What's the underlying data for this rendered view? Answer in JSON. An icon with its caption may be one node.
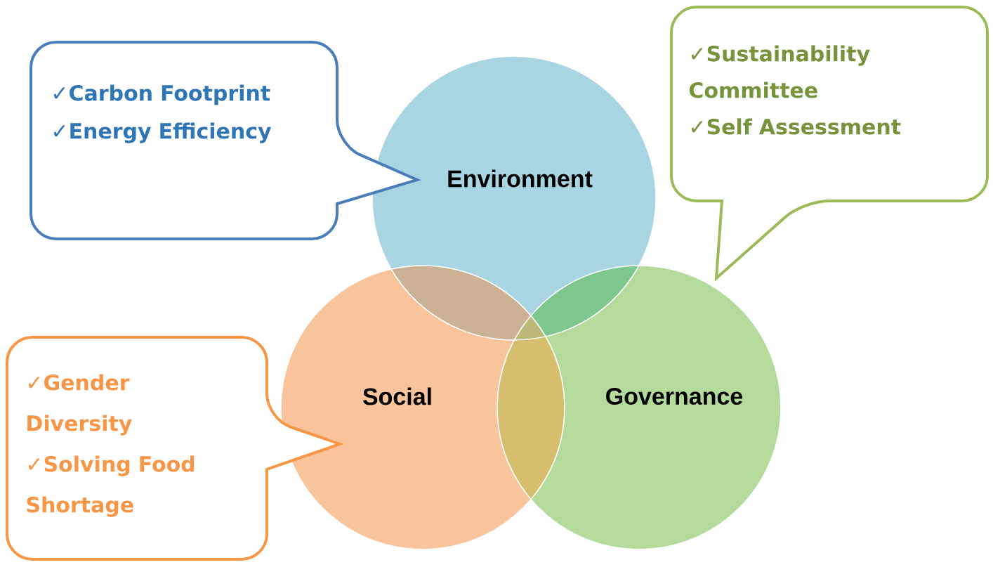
{
  "diagram": {
    "nodes": [
      {
        "text": [
          "Environment"
        ]
      },
      {
        "text": [
          "Social"
        ]
      },
      {
        "text": [
          "Governance"
        ]
      },
      {
        "text": [
          "✓Carbon Footprint",
          "✓Energy Efficiency"
        ]
      },
      {
        "text": [
          "✓Sustainability Committee",
          "✓Self Assessment"
        ]
      },
      {
        "text": [
          "✓Gender Diversity",
          "✓Solving Food Shortage"
        ]
      }
    ]
  }
}
